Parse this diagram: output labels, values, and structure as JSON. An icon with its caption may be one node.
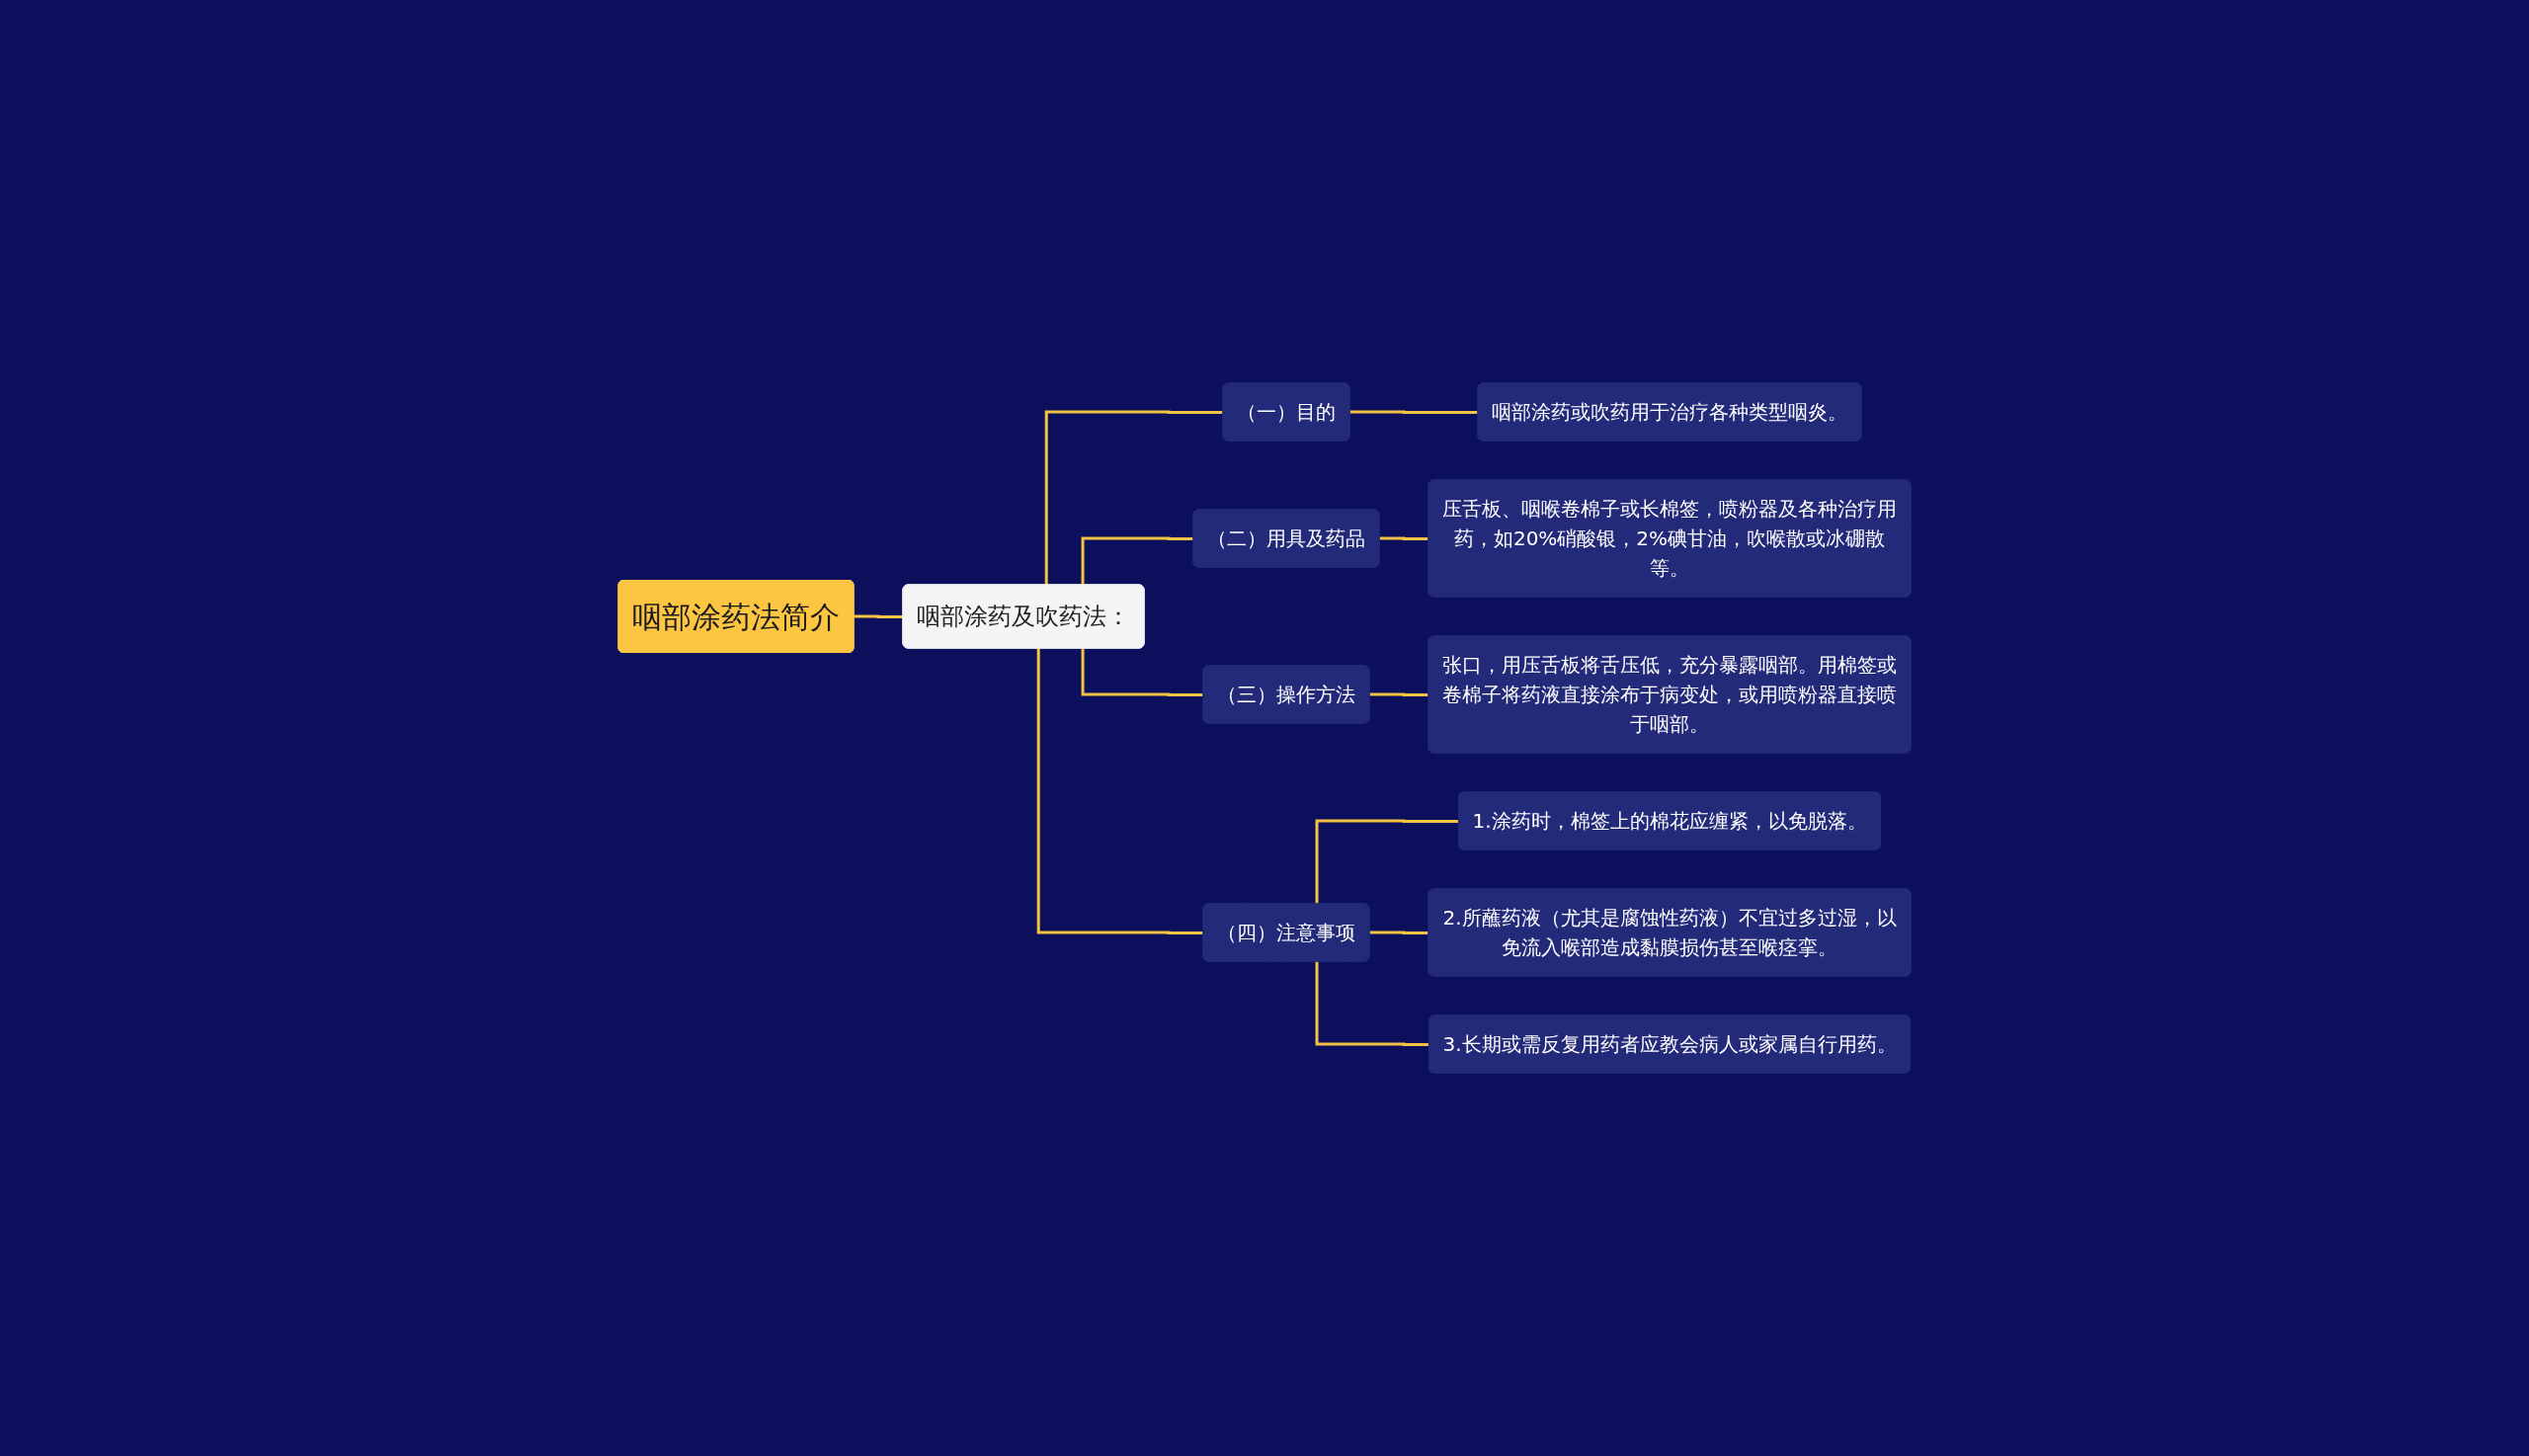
{
  "diagram": {
    "nodes": [
      {
        "text": [
          "咽部涂药法简介"
        ]
      },
      {
        "text": [
          "咽部涂药及吹药法："
        ]
      },
      {
        "text": [
          "（一）目的"
        ]
      },
      {
        "text": [
          "咽部涂药或吹药用于治疗各种类型咽炎。"
        ]
      },
      {
        "text": [
          "（二）用具及药品"
        ]
      },
      {
        "text": [
          "压舌板、咽喉卷棉子或长棉签，喷粉器及各种治疗用药，如20%硝酸银，2%碘甘油，吹喉散或冰硼散等。"
        ]
      },
      {
        "text": [
          "（三）操作方法"
        ]
      },
      {
        "text": [
          "张口，用压舌板将舌压低，充分暴露咽部。用棉签或卷棉子将药液直接涂布于病变处，或用喷粉器直接喷于咽部。"
        ]
      },
      {
        "text": [
          "（四）注意事项"
        ]
      },
      {
        "text": [
          "1.涂药时，棉签上的棉花应缠紧，以免脱落。"
        ]
      },
      {
        "text": [
          "2.所蘸药液（尤其是腐蚀性药液）不宜过多过湿，以免流入喉部造成黏膜损伤甚至喉痉挛。"
        ]
      },
      {
        "text": [
          "3.长期或需反复用药者应教会病人或家属自行用药。"
        ]
      }
    ],
    "edges": [
      {
        "from": 0,
        "to": 1,
        "arrow": "none"
      },
      {
        "from": 1,
        "to": 2,
        "arrow": "none"
      },
      {
        "from": 1,
        "to": 4,
        "arrow": "none"
      },
      {
        "from": 1,
        "to": 6,
        "arrow": "none"
      },
      {
        "from": 1,
        "to": 8,
        "arrow": "none"
      },
      {
        "from": 2,
        "to": 3,
        "arrow": "none"
      },
      {
        "from": 4,
        "to": 5,
        "arrow": "none"
      },
      {
        "from": 6,
        "to": 7,
        "arrow": "none"
      },
      {
        "from": 8,
        "to": 9,
        "arrow": "none"
      },
      {
        "from": 8,
        "to": 10,
        "arrow": "none"
      },
      {
        "from": 8,
        "to": 11,
        "arrow": "none"
      }
    ]
  }
}
